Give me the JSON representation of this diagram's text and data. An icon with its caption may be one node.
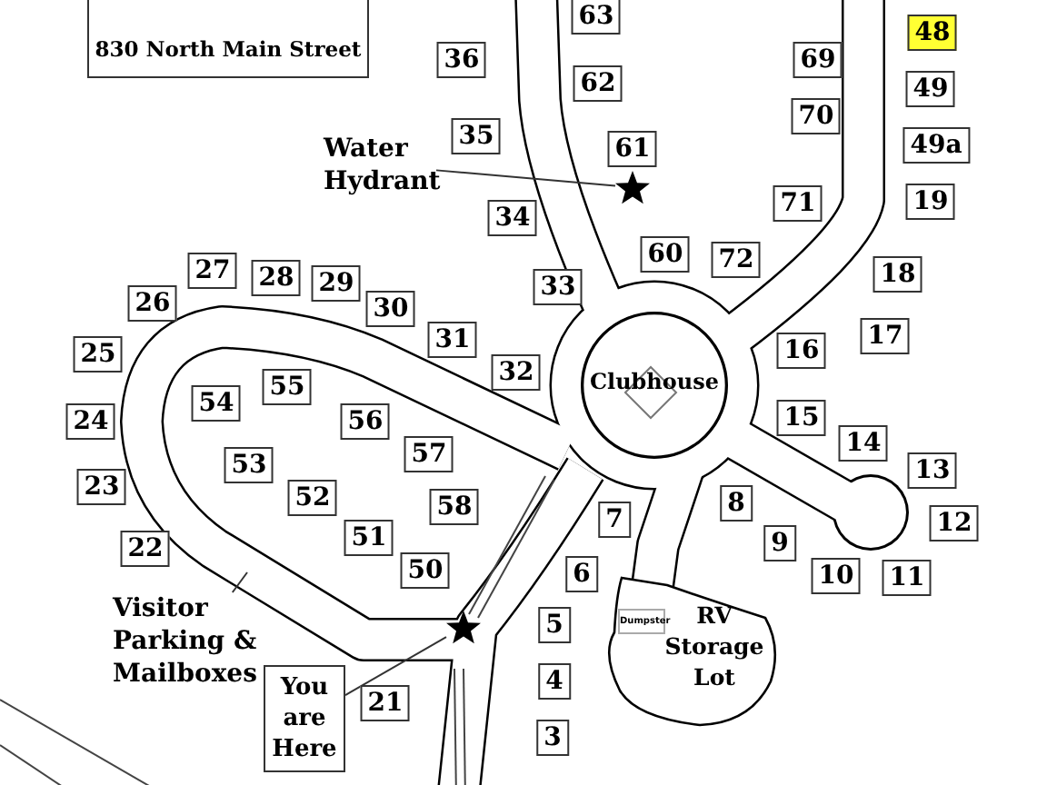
{
  "diagram": {
    "nodes": [
      {
        "text": [
          "830 North Main Street"
        ]
      },
      {
        "text": [
          "Water Hydrant"
        ]
      },
      {
        "text": [],
        "shape": "star"
      },
      {
        "text": [
          "Clubhouse"
        ]
      },
      {
        "text": [
          "RV Storage Lot"
        ]
      },
      {
        "text": [
          "Dumpster"
        ],
        "in": 4
      },
      {
        "text": [
          "Visitor Parking & Mailboxes"
        ]
      },
      {
        "text": [
          "You are Here"
        ]
      },
      {
        "text": [],
        "shape": "star"
      },
      {
        "text": [
          "63"
        ]
      },
      {
        "text": [
          "48"
        ]
      },
      {
        "text": [
          "36"
        ]
      },
      {
        "text": [
          "69"
        ]
      },
      {
        "text": [
          "62"
        ]
      },
      {
        "text": [
          "49"
        ]
      },
      {
        "text": [
          "70"
        ]
      },
      {
        "text": [
          "35"
        ]
      },
      {
        "text": [
          "49a"
        ]
      },
      {
        "text": [
          "61"
        ]
      },
      {
        "text": [
          "19"
        ]
      },
      {
        "text": [
          "71"
        ]
      },
      {
        "text": [
          "34"
        ]
      },
      {
        "text": [
          "60"
        ]
      },
      {
        "text": [
          "72"
        ]
      },
      {
        "text": [
          "27"
        ]
      },
      {
        "text": [
          "28"
        ]
      },
      {
        "text": [
          "18"
        ]
      },
      {
        "text": [
          "29"
        ]
      },
      {
        "text": [
          "33"
        ]
      },
      {
        "text": [
          "26"
        ]
      },
      {
        "text": [
          "30"
        ]
      },
      {
        "text": [
          "17"
        ]
      },
      {
        "text": [
          "31"
        ]
      },
      {
        "text": [
          "16"
        ]
      },
      {
        "text": [
          "25"
        ]
      },
      {
        "text": [
          "32"
        ]
      },
      {
        "text": [
          "55"
        ]
      },
      {
        "text": [
          "54"
        ]
      },
      {
        "text": [
          "15"
        ]
      },
      {
        "text": [
          "24"
        ]
      },
      {
        "text": [
          "56"
        ]
      },
      {
        "text": [
          "14"
        ]
      },
      {
        "text": [
          "57"
        ]
      },
      {
        "text": [
          "53"
        ]
      },
      {
        "text": [
          "13"
        ]
      },
      {
        "text": [
          "23"
        ]
      },
      {
        "text": [
          "52"
        ]
      },
      {
        "text": [
          "8"
        ]
      },
      {
        "text": [
          "58"
        ]
      },
      {
        "text": [
          "7"
        ]
      },
      {
        "text": [
          "12"
        ]
      },
      {
        "text": [
          "51"
        ]
      },
      {
        "text": [
          "9"
        ]
      },
      {
        "text": [
          "22"
        ]
      },
      {
        "text": [
          "50"
        ]
      },
      {
        "text": [
          "6"
        ]
      },
      {
        "text": [
          "10"
        ]
      },
      {
        "text": [
          "11"
        ]
      },
      {
        "text": [
          "5"
        ]
      },
      {
        "text": [
          "4"
        ]
      },
      {
        "text": [
          "21"
        ]
      },
      {
        "text": [
          "3"
        ]
      }
    ],
    "edges": [
      {
        "from": 1,
        "to": 2,
        "arrow": "none"
      },
      {
        "from": 6,
        "to": null,
        "arrow": "none"
      },
      {
        "from": 7,
        "to": 8,
        "arrow": "none"
      }
    ]
  }
}
